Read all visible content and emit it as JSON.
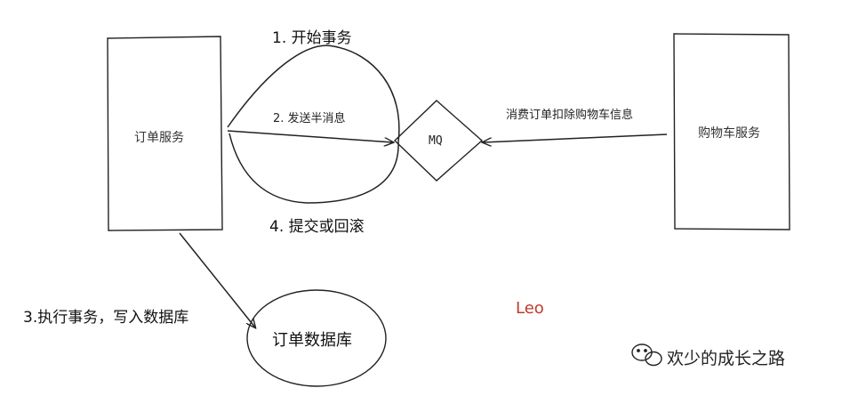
{
  "nodes": {
    "order_service": "订单服务",
    "mq": "MQ",
    "cart_service": "购物车服务",
    "order_db": "订单数据库"
  },
  "steps": {
    "begin": "1. 开始事务",
    "send_half": "2. 发送半消息",
    "execute": "3.执行事务，写入数据库",
    "commit": "4. 提交或回滚"
  },
  "consume_label": "消费订单扣除购物车信息",
  "author": "Leo",
  "watermark": "欢少的成长之路",
  "colors": {
    "stroke": "#222222",
    "author": "#c0392b"
  }
}
